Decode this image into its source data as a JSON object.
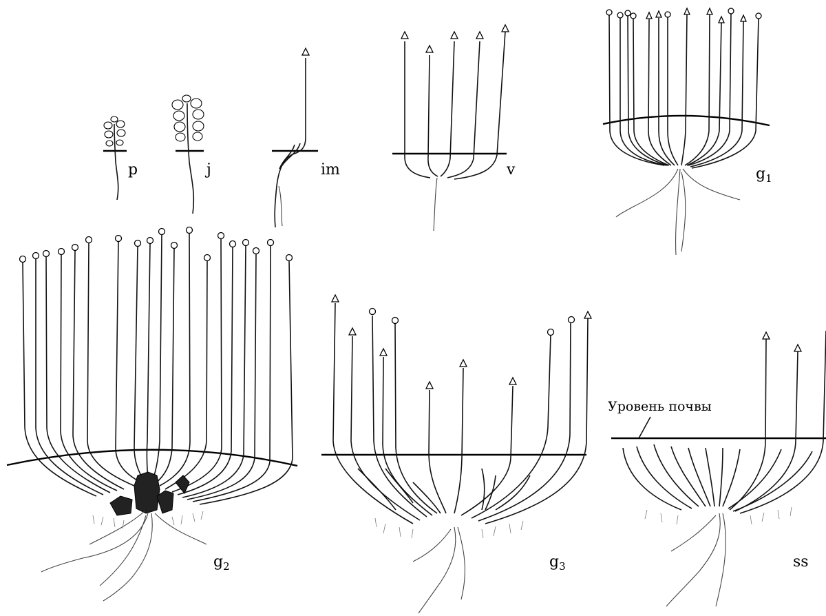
{
  "stages": [
    {
      "id": "p",
      "label": "p"
    },
    {
      "id": "j",
      "label": "j"
    },
    {
      "id": "im",
      "label": "im"
    },
    {
      "id": "v",
      "label": "v"
    },
    {
      "id": "g1",
      "label": "g",
      "sub": "1"
    },
    {
      "id": "g2",
      "label": "g",
      "sub": "2"
    },
    {
      "id": "g3",
      "label": "g",
      "sub": "3"
    },
    {
      "id": "ss",
      "label": "ss"
    }
  ],
  "soil_level_label": "Уровень почвы"
}
